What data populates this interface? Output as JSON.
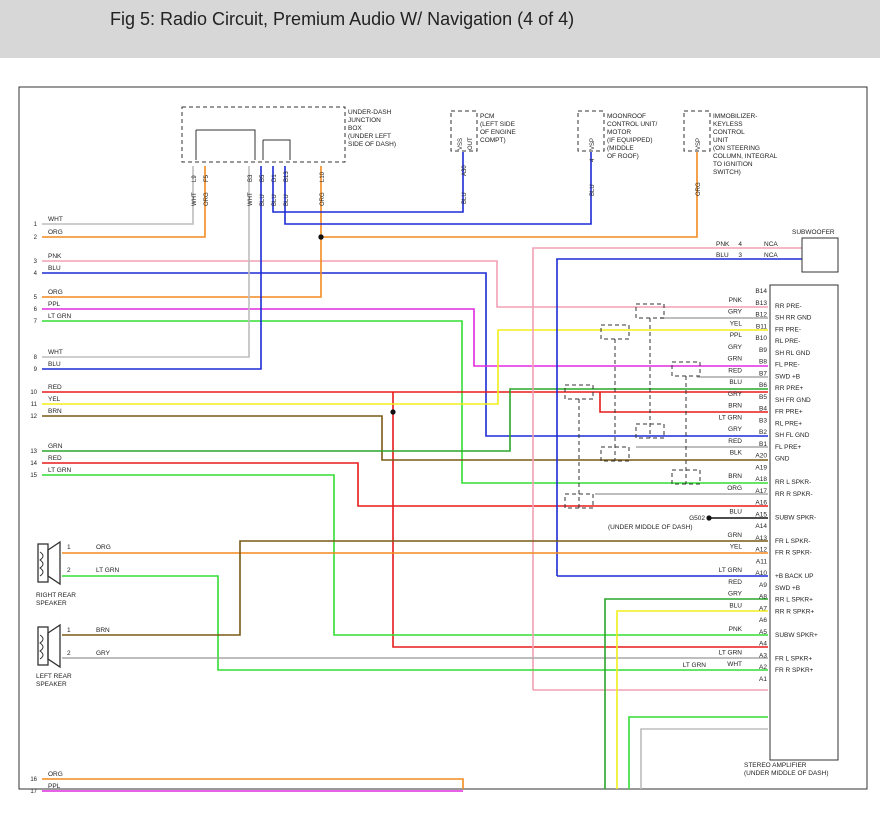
{
  "page": {
    "title": "Fig 5: Radio Circuit, Premium Audio W/ Navigation (4 of 4)"
  },
  "colors": {
    "WHT": "#bdbdbd",
    "ORG": "#f28a1e",
    "PNK": "#f2a0b4",
    "BLU": "#1d2bd6",
    "PPL": "#e02be0",
    "LT GRN": "#33dd33",
    "RED": "#e81b1b",
    "YEL": "#f2ee1a",
    "BRN": "#7a5a14",
    "GRN": "#2aa52a",
    "GRY": "#a8a8a8",
    "BLK": "#111111",
    "frame": "#333333"
  },
  "components": {
    "junction": {
      "label": [
        "UNDER-DASH",
        "JUNCTION",
        "BOX",
        "(UNDER LEFT",
        "SIDE OF DASH)"
      ],
      "pins": [
        "L9",
        "F5",
        "B3",
        "B5",
        "D1",
        "B13",
        "L10"
      ],
      "pin_wires": [
        "WHT",
        "ORG",
        "WHT",
        "BLU",
        "BLU",
        "BLU",
        "ORG"
      ]
    },
    "pcm": {
      "label": [
        "PCM",
        "(LEFT SIDE",
        "OF ENGINE",
        "COMPT)"
      ],
      "pin": "A30",
      "terms": [
        "VSS",
        "OUT"
      ],
      "wire": "BLU"
    },
    "moonroof": {
      "label": [
        "MOONROOF",
        "CONTROL UNIT/",
        "MOTOR",
        "(IF EQUIPPED)",
        "(MIDDLE",
        "OF ROOF)"
      ],
      "pin": "4",
      "term": "VSP",
      "wire": "BLU"
    },
    "immobilizer": {
      "label": [
        "IMMOBILIZER-",
        "KEYLESS",
        "CONTROL",
        "UNIT",
        "(ON STEERING",
        "COLUMN, INTEGRAL",
        "TO IGNITION",
        "SWITCH)"
      ],
      "term": "VSP",
      "wire": "ORG"
    },
    "subwoofer": {
      "label": "SUBWOOFER",
      "rows": [
        {
          "wire": "PNK",
          "pin": "4",
          "term": "NCA"
        },
        {
          "wire": "BLU",
          "pin": "3",
          "term": "NCA"
        }
      ]
    },
    "amp": {
      "label": [
        "STEREO AMPLIFIER",
        "(UNDER MIDDLE OF DASH)"
      ]
    },
    "ground": {
      "label": "G502",
      "note": "(UNDER MIDDLE OF DASH)"
    },
    "right_speaker": {
      "label": [
        "RIGHT REAR",
        "SPEAKER"
      ],
      "pins": [
        {
          "pin": "1",
          "wire": "ORG"
        },
        {
          "pin": "2",
          "wire": "LT GRN"
        }
      ]
    },
    "left_speaker": {
      "label": [
        "LEFT REAR",
        "SPEAKER"
      ],
      "pins": [
        {
          "pin": "1",
          "wire": "BRN"
        },
        {
          "pin": "2",
          "wire": "GRY"
        }
      ]
    }
  },
  "left_wires": [
    {
      "num": "1",
      "color": "WHT"
    },
    {
      "num": "2",
      "color": "ORG"
    },
    {
      "num": "3",
      "color": "PNK"
    },
    {
      "num": "4",
      "color": "BLU"
    },
    {
      "num": "5",
      "color": "ORG"
    },
    {
      "num": "6",
      "color": "PPL"
    },
    {
      "num": "7",
      "color": "LT GRN"
    },
    {
      "num": "8",
      "color": "WHT"
    },
    {
      "num": "9",
      "color": "BLU"
    },
    {
      "num": "10",
      "color": "RED"
    },
    {
      "num": "11",
      "color": "YEL"
    },
    {
      "num": "12",
      "color": "BRN"
    },
    {
      "num": "13",
      "color": "GRN"
    },
    {
      "num": "14",
      "color": "RED"
    },
    {
      "num": "15",
      "color": "LT GRN"
    },
    {
      "num": "16",
      "color": "ORG"
    },
    {
      "num": "17",
      "color": "PPL"
    }
  ],
  "amp_pins": [
    {
      "pin": "B14",
      "wire": "",
      "func": ""
    },
    {
      "pin": "B13",
      "wire": "PNK",
      "func": "RR PRE-"
    },
    {
      "pin": "B12",
      "wire": "GRY",
      "func": "SH RR GND"
    },
    {
      "pin": "B11",
      "wire": "YEL",
      "func": "FR PRE-"
    },
    {
      "pin": "B10",
      "wire": "PPL",
      "func": "RL PRE-"
    },
    {
      "pin": "B9",
      "wire": "GRY",
      "func": "SH RL GND"
    },
    {
      "pin": "B8",
      "wire": "GRN",
      "func": "FL PRE-"
    },
    {
      "pin": "B7",
      "wire": "RED",
      "func": "SWD +B"
    },
    {
      "pin": "B6",
      "wire": "BLU",
      "func": "RR PRE+"
    },
    {
      "pin": "B5",
      "wire": "GRY",
      "func": "SH FR GND"
    },
    {
      "pin": "B4",
      "wire": "BRN",
      "func": "FR PRE+"
    },
    {
      "pin": "B3",
      "wire": "LT GRN",
      "func": "RL PRE+"
    },
    {
      "pin": "B2",
      "wire": "GRY",
      "func": "SH FL GND"
    },
    {
      "pin": "B1",
      "wire": "RED",
      "func": "FL PRE+"
    },
    {
      "pin": "A20",
      "wire": "BLK",
      "func": "GND"
    },
    {
      "pin": "A19",
      "wire": "",
      "func": ""
    },
    {
      "pin": "A18",
      "wire": "BRN",
      "func": "RR L SPKR-"
    },
    {
      "pin": "A17",
      "wire": "ORG",
      "func": "RR R SPKR-"
    },
    {
      "pin": "A16",
      "wire": "",
      "func": ""
    },
    {
      "pin": "A15",
      "wire": "BLU",
      "func": "SUBW SPKR-"
    },
    {
      "pin": "A14",
      "wire": "",
      "func": ""
    },
    {
      "pin": "A13",
      "wire": "GRN",
      "func": "FR L SPKR-"
    },
    {
      "pin": "A12",
      "wire": "YEL",
      "func": "FR R SPKR-"
    },
    {
      "pin": "A11",
      "wire": "",
      "func": ""
    },
    {
      "pin": "A10",
      "wire": "LT GRN",
      "func": "+B BACK UP"
    },
    {
      "pin": "A9",
      "wire": "RED",
      "func": "SWD +B"
    },
    {
      "pin": "A8",
      "wire": "GRY",
      "func": "RR L SPKR+"
    },
    {
      "pin": "A7",
      "wire": "BLU",
      "func": "RR R SPKR+"
    },
    {
      "pin": "A6",
      "wire": "",
      "func": ""
    },
    {
      "pin": "A5",
      "wire": "PNK",
      "func": "SUBW SPKR+"
    },
    {
      "pin": "A4",
      "wire": "",
      "func": ""
    },
    {
      "pin": "A3",
      "wire": "LT GRN",
      "func": "FR L SPKR+"
    },
    {
      "pin": "A2",
      "wire": "WHT",
      "func": "FR R SPKR+"
    },
    {
      "pin": "A1",
      "wire": "",
      "func": ""
    }
  ],
  "extra_labels": {
    "a7_lt_grn": "LT GRN"
  }
}
